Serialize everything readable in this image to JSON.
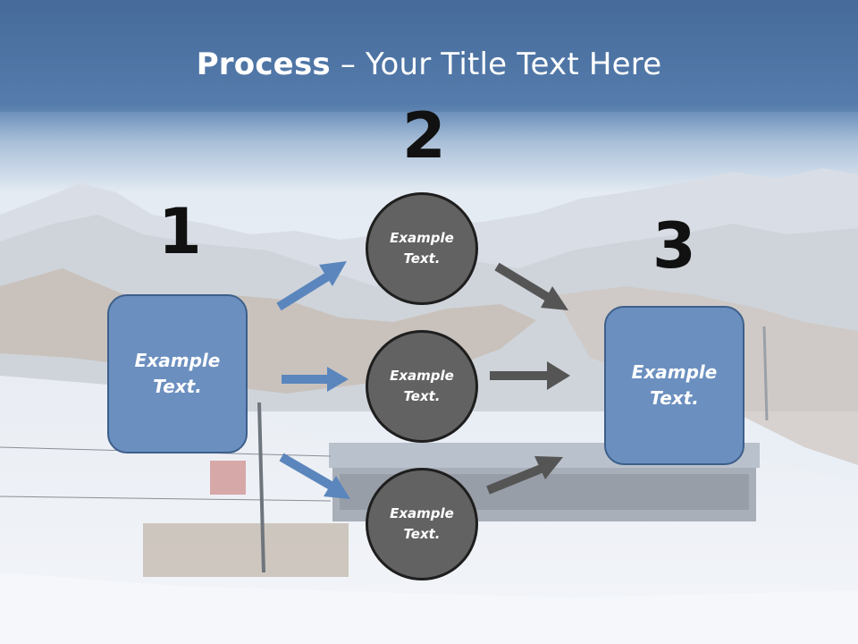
{
  "title": {
    "bold": "Process",
    "rest": " – Your Title Text Here"
  },
  "steps": [
    {
      "number": "1",
      "text_line1": "Example",
      "text_line2": "Text."
    },
    {
      "number": "2"
    },
    {
      "number": "3",
      "text_line1": "Example",
      "text_line2": "Text."
    }
  ],
  "circles": [
    {
      "text_line1": "Example",
      "text_line2": "Text."
    },
    {
      "text_line1": "Example",
      "text_line2": "Text."
    },
    {
      "text_line1": "Example",
      "text_line2": "Text."
    }
  ],
  "colors": {
    "title_band": "#4a6f9e",
    "box_fill": "#6b8fbf",
    "circle_fill": "#626262",
    "blue_arrow": "#5b86bd",
    "gray_arrow": "#555555"
  }
}
